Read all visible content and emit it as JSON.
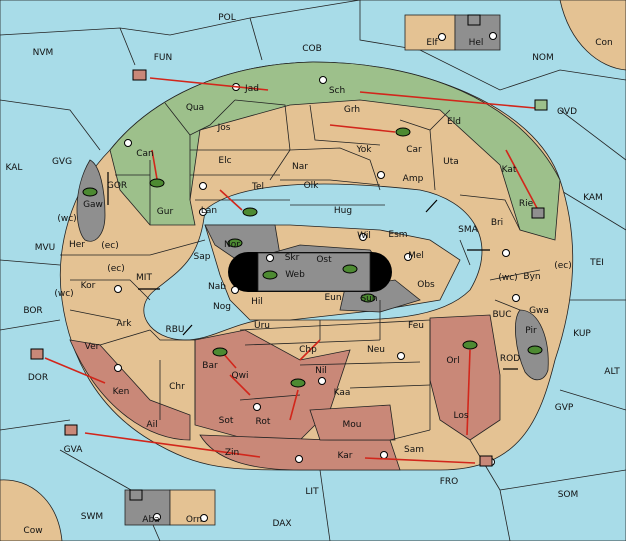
{
  "map": {
    "sea_labels": [
      "POL",
      "NVM",
      "FUN",
      "COB",
      "NOM",
      "Con",
      "OVD",
      "KAL",
      "GVG",
      "GOR",
      "KAM",
      "SMA",
      "TEI",
      "MVU",
      "MIT",
      "BOR",
      "RBU",
      "BUC",
      "KUP",
      "ROD",
      "ALT",
      "DOR",
      "GVP",
      "GVA",
      "FRO",
      "SOM",
      "SWM",
      "LIT",
      "DAX",
      "Cow"
    ],
    "land_labels": [
      "Jad",
      "Sch",
      "Qua",
      "Jos",
      "Grh",
      "Eld",
      "Can",
      "Car",
      "Elc",
      "Yok",
      "Uta",
      "Nar",
      "Amp",
      "Kat",
      "Gaw",
      "Gur",
      "Tel",
      "Olk",
      "Lan",
      "Hug",
      "Rie",
      "Bri",
      "Her",
      "Nor",
      "Wil",
      "Esm",
      "Skr",
      "Ost",
      "Mel",
      "Sap",
      "Web",
      "Byn",
      "Kor",
      "Nab",
      "Eun",
      "Obs",
      "Sun",
      "Hil",
      "Nog",
      "Gwa",
      "Ark",
      "Uru",
      "Feu",
      "Pir",
      "Ver",
      "Chp",
      "Neu",
      "Orl",
      "Bar",
      "Qwi",
      "Nil",
      "Ken",
      "Chr",
      "Kaa",
      "Los",
      "Sot",
      "Rot",
      "Mou",
      "Ail",
      "Zin",
      "Kar",
      "Sam",
      "Elf",
      "Hel",
      "Aba",
      "Orn"
    ],
    "coast_marks": [
      "(wc)",
      "(ec)",
      "(ec)",
      "(wc)",
      "(wc)",
      "(ec)"
    ]
  },
  "colors": {
    "sea": "#a8dce8",
    "neutral": "#e4c293",
    "green_power": "#9dc08b",
    "red_power": "#c98878",
    "gray_power": "#8f8f8f",
    "order_arrow": "#d2261b"
  },
  "units": [
    "fleet-icon",
    "army-icon"
  ]
}
